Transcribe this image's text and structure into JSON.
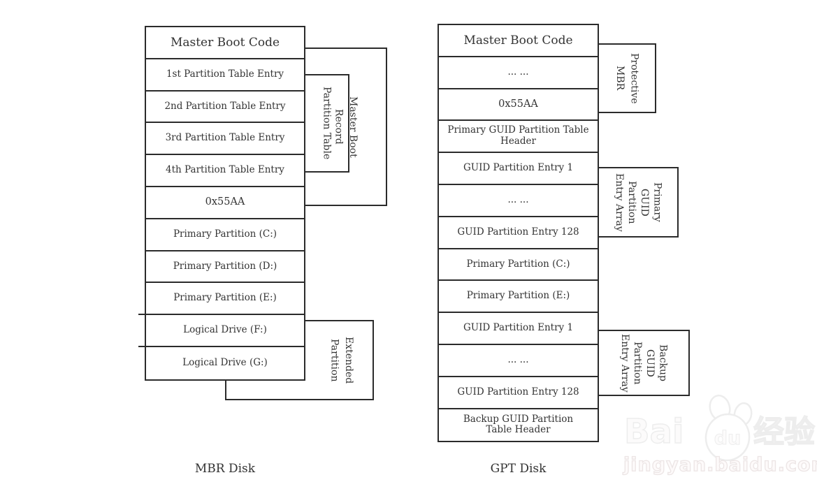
{
  "mbr": {
    "label": "MBR Disk",
    "rows": [
      "Master Boot Code",
      "1st Partition Table Entry",
      "2nd Partition Table Entry",
      "3rd Partition Table Entry",
      "4th Partition Table Entry",
      "0x55AA",
      "Primary Partition (C:)",
      "Primary Partition (D:)",
      "Primary Partition (E:)",
      "Logical Drive (F:)",
      "Logical Drive (G:)"
    ],
    "brackets": {
      "partition_table": "Partition Table",
      "master_boot_record": "Master Boot\nRecord",
      "extended_partition": "Extended\nPartition"
    }
  },
  "gpt": {
    "label": "GPT Disk",
    "rows": [
      "Master Boot Code",
      "... ...",
      "0x55AA",
      "Primary GUID Partition Table\nHeader",
      "GUID Partition Entry 1",
      "... ...",
      "GUID Partition Entry 128",
      "Primary Partition (C:)",
      "Primary Partition (E:)",
      "GUID Partition Entry 1",
      "... ...",
      "GUID Partition Entry 128",
      "Backup GUID Partition\nTable Header"
    ],
    "brackets": {
      "protective_mbr": "Protective\nMBR",
      "primary_array": "Primary\nGUID\nPartition\nEntry Array",
      "backup_array": "Backup\nGUID\nPartition\nEntry Array"
    }
  },
  "watermark": {
    "brand_latin": "Bai",
    "paw_text": "du",
    "brand_cn": "经验",
    "url": "jingyan.baidu.com"
  },
  "colors": {
    "border": "#2b2b2b",
    "text": "#333333",
    "watermark": "#ededed"
  }
}
